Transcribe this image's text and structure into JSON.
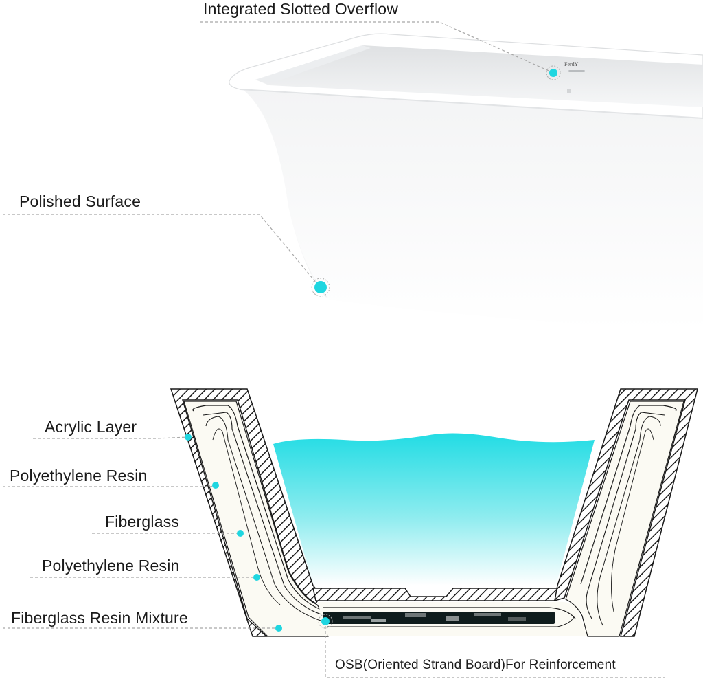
{
  "colors": {
    "marker": "#1fd6e0",
    "leader": "#a8a8a8",
    "water_top": "#22dce4",
    "water_bottom": "#ffffff",
    "hatch": "#1a1a1a",
    "core_fill": "#fbfaf3"
  },
  "brand_mark": "FerdY",
  "callouts": {
    "overflow": "Integrated Slotted Overflow",
    "surface": "Polished  Surface",
    "acrylic": "Acrylic Layer",
    "resin1": "Polyethylene Resin",
    "fiberglass": "Fiberglass",
    "resin2": "Polyethylene Resin",
    "mixture": "Fiberglass Resin Mixture",
    "osb": "OSB(Oriented Strand Board)For Reinforcement"
  }
}
